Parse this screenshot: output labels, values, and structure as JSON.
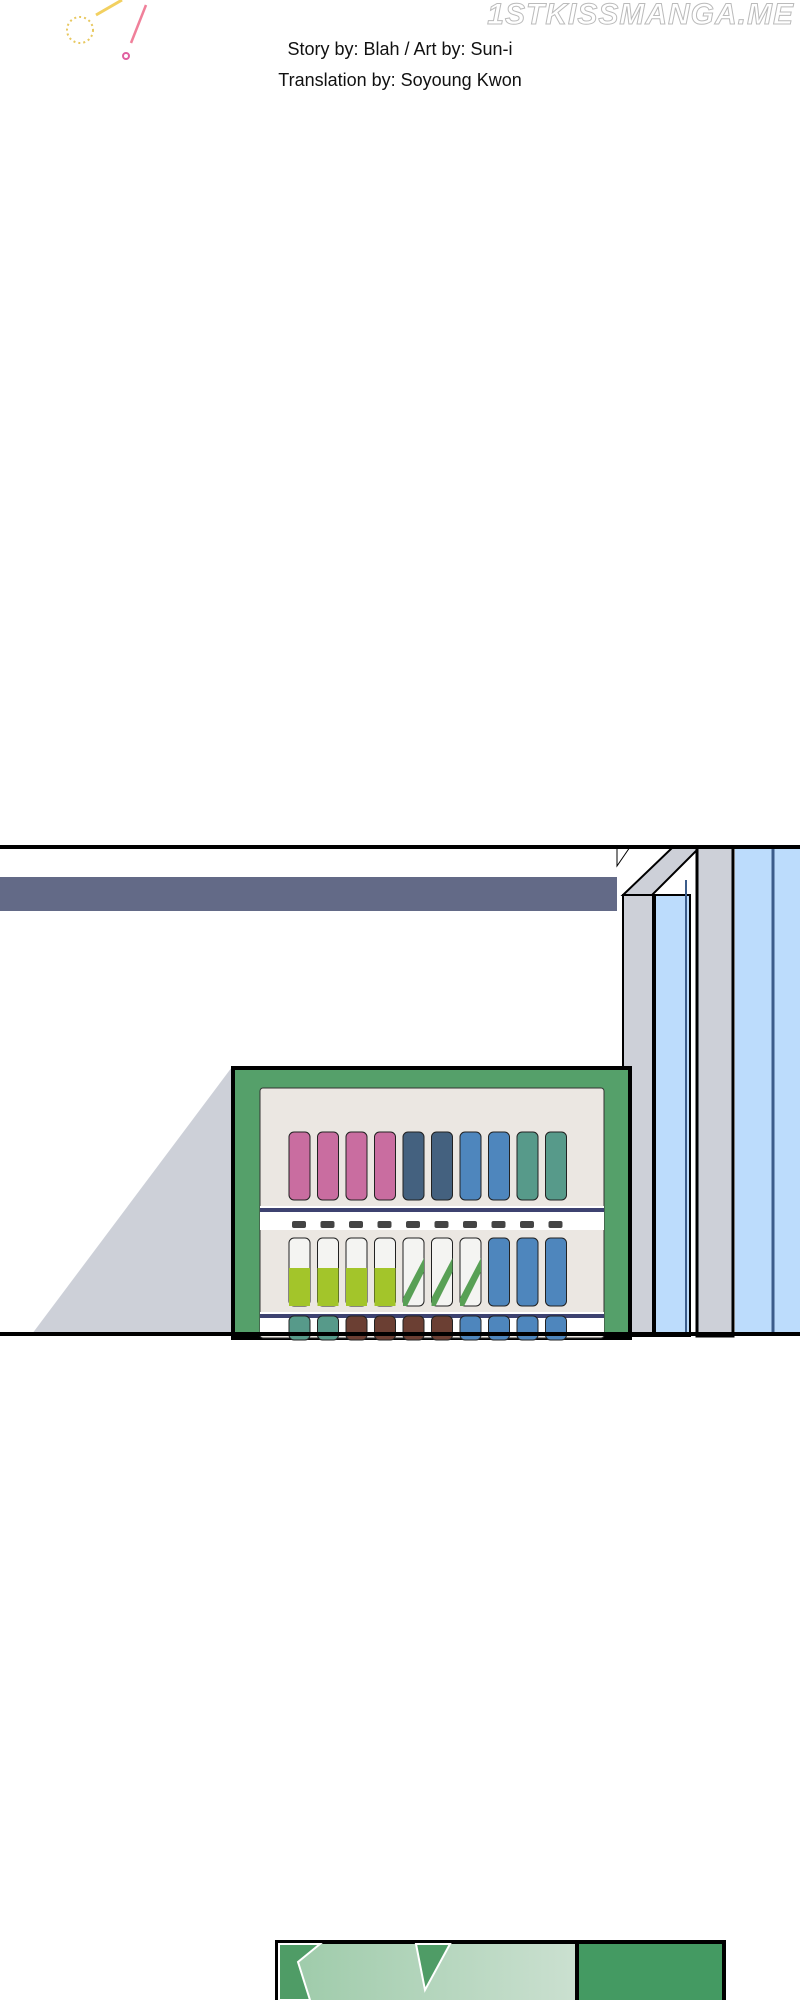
{
  "credits": {
    "story": "Story by: Blah / Art by: Sun-i",
    "translation": "Translation by: Soyoung Kwon"
  },
  "watermark": "1STKISSMANGA.ME",
  "colors": {
    "machine_green": "#55a06a",
    "beam": "#636a87",
    "glass": "#bcdcfc",
    "wall_grey": "#cdd0d8"
  }
}
